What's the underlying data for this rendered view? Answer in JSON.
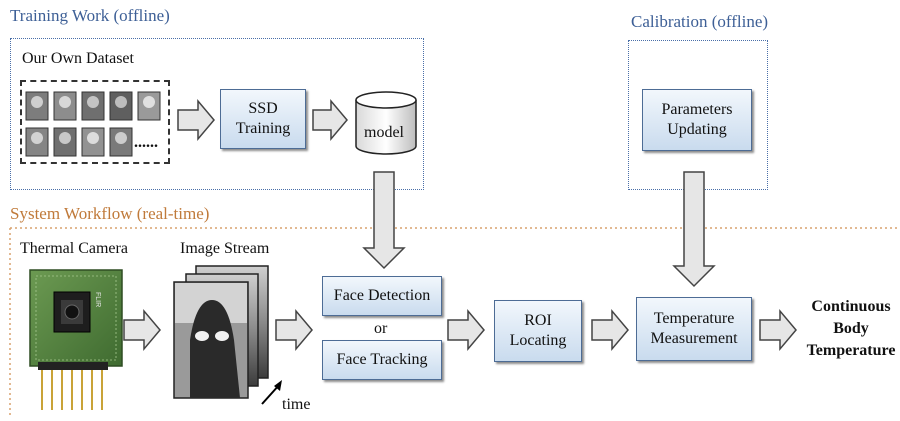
{
  "sections": {
    "training_title": "Training Work (offline)",
    "calibration_title": "Calibration (offline)",
    "system_title": "System Workflow (real-time)"
  },
  "training": {
    "dataset_label": "Our Own Dataset",
    "dataset_ellipsis": "......",
    "ssd_line1": "SSD",
    "ssd_line2": "Training",
    "model_label": "model"
  },
  "calibration": {
    "params_line1": "Parameters",
    "params_line2": "Updating"
  },
  "workflow": {
    "thermal_camera_label": "Thermal Camera",
    "image_stream_label": "Image Stream",
    "time_label": "time",
    "face_detection": "Face Detection",
    "or_label": "or",
    "face_tracking": "Face Tracking",
    "roi_line1": "ROI",
    "roi_line2": "Locating",
    "temp_line1": "Temperature",
    "temp_line2": "Measurement",
    "output_line1": "Continuous",
    "output_line2": "Body",
    "output_line3": "Temperature"
  },
  "colors": {
    "section_blue": "#3d5f96",
    "section_orange": "#c07a3a",
    "box_border": "#4d6c95",
    "box_fill_top": "#f2f7fc",
    "box_fill_bottom": "#c9dbee",
    "arrow_fill": "#e6e6e6",
    "arrow_stroke": "#444444"
  }
}
